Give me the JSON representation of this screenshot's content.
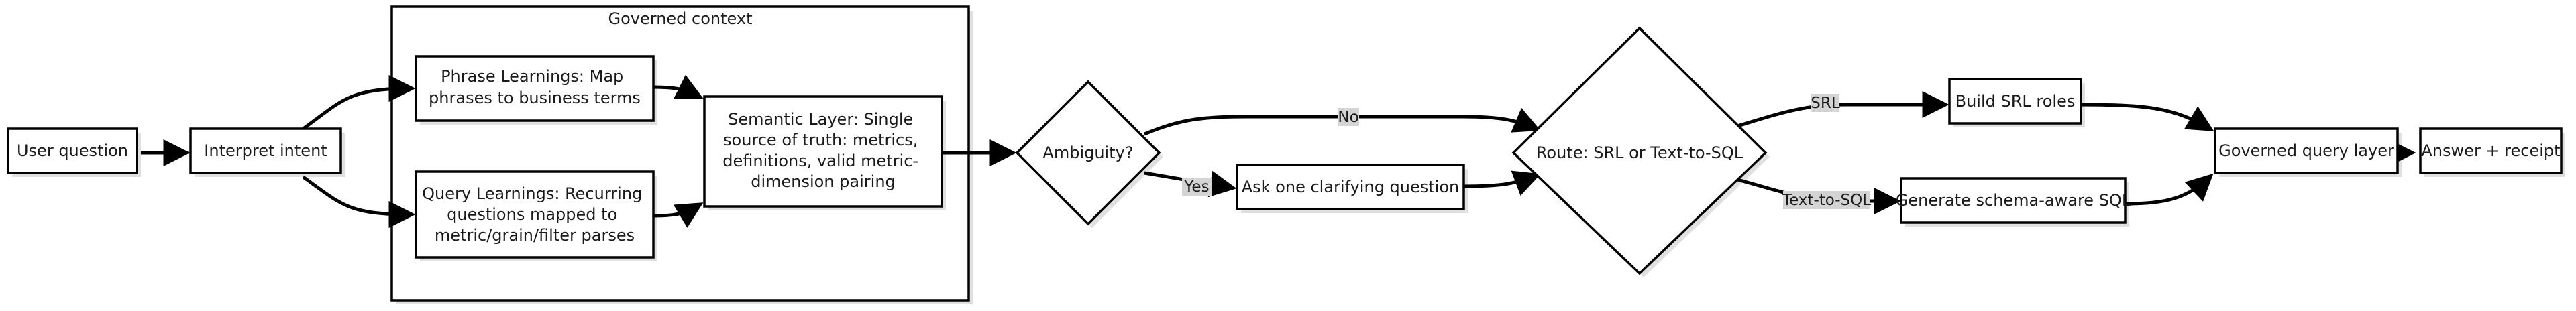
{
  "group": {
    "title": "Governed context"
  },
  "nodes": {
    "user_question": "User question",
    "interpret_intent": "Interpret intent",
    "phrase_learnings": [
      "Phrase Learnings: Map",
      "phrases to business terms"
    ],
    "query_learnings": [
      "Query Learnings: Recurring",
      "questions mapped to",
      "metric/grain/filter parses"
    ],
    "semantic_layer": [
      "Semantic Layer: Single",
      "source of truth: metrics,",
      "definitions, valid metric-",
      "dimension pairing"
    ],
    "ambiguity": "Ambiguity?",
    "clarify": "Ask one clarifying question",
    "route": "Route: SRL or Text-to-SQL",
    "build_srl": "Build SRL roles",
    "gen_sql": "Generate schema-aware SQL",
    "governed_query": "Governed query layer",
    "answer": "Answer + receipt"
  },
  "edge_labels": {
    "no": "No",
    "yes": "Yes",
    "srl": "SRL",
    "text_to_sql": "Text-to-SQL"
  }
}
